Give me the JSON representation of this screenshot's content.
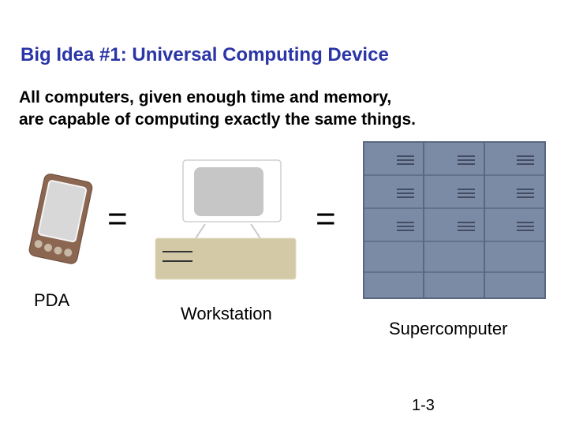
{
  "slide": {
    "title": "Big Idea #1: Universal Computing Device",
    "body_lines": [
      "All computers, given enough time and memory,",
      "are capable of computing exactly the same things."
    ],
    "equals_signs": [
      "=",
      "="
    ],
    "devices": [
      {
        "label": "PDA",
        "icon": "pda-icon"
      },
      {
        "label": "Workstation",
        "icon": "workstation-icon"
      },
      {
        "label": "Supercomputer",
        "icon": "supercomputer-icon"
      }
    ],
    "page_number": "1-3"
  },
  "colors": {
    "title": "#2a35a6",
    "pda_body": "#8b6650",
    "pda_screen": "#d8d8d8",
    "workstation_beige": "#d3c9a6",
    "supercomputer_cabinet": "#7b8aa5"
  }
}
